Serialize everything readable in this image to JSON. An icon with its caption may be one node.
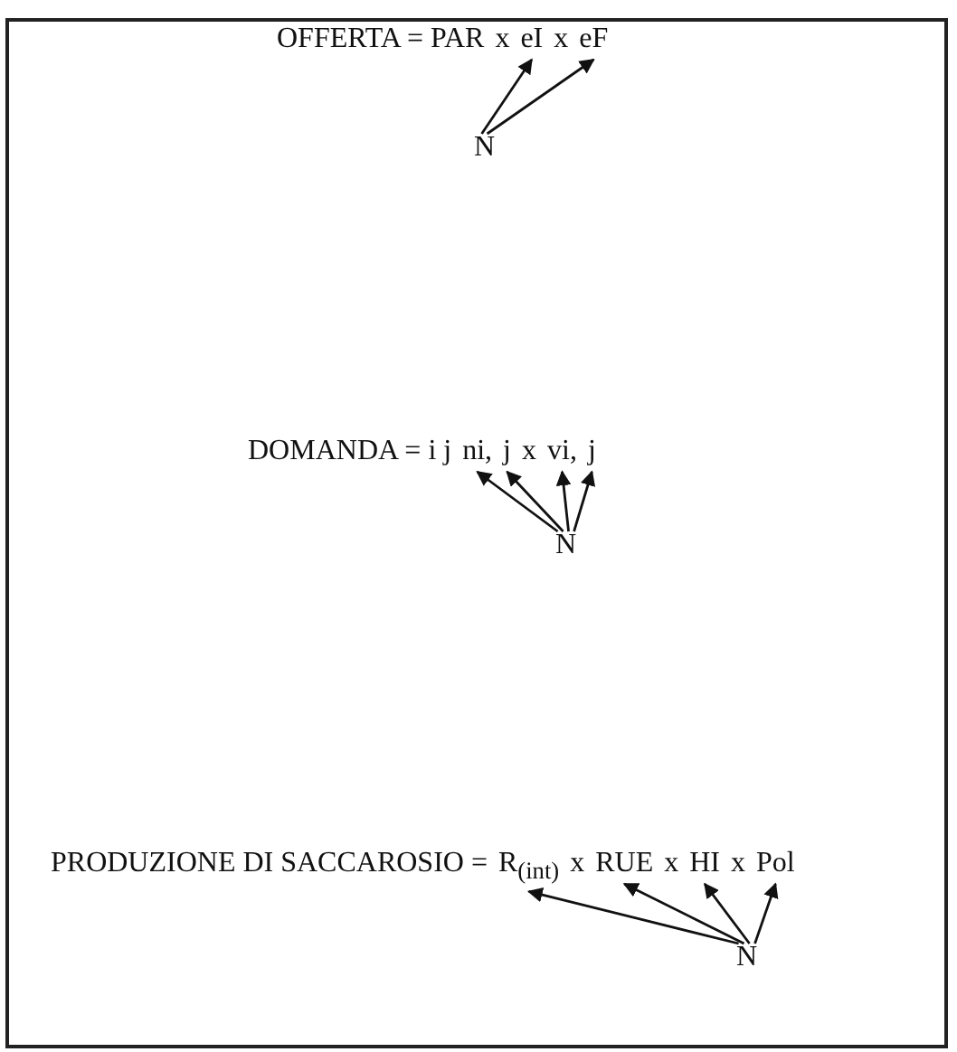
{
  "diagram": {
    "nodes": [
      {
        "text": [
          "eI"
        ]
      },
      {
        "text": [
          "eF"
        ]
      },
      {
        "text": [
          "N"
        ]
      },
      {
        "text": [
          "ni,"
        ]
      },
      {
        "text": [
          "j"
        ]
      },
      {
        "text": [
          "vi,"
        ]
      },
      {
        "text": [
          "j"
        ]
      },
      {
        "text": [
          "N"
        ]
      },
      {
        "text": [
          "R$_{(int)}$"
        ]
      },
      {
        "text": [
          "RUE"
        ]
      },
      {
        "text": [
          "HI"
        ]
      },
      {
        "text": [
          "Pol"
        ]
      },
      {
        "text": [
          "N"
        ]
      }
    ],
    "edges": [
      {
        "from": 2,
        "to": 0,
        "arrow": "to"
      },
      {
        "from": 2,
        "to": 1,
        "arrow": "to"
      },
      {
        "from": 7,
        "to": 3,
        "arrow": "to"
      },
      {
        "from": 7,
        "to": 4,
        "arrow": "to"
      },
      {
        "from": 7,
        "to": 5,
        "arrow": "to"
      },
      {
        "from": 7,
        "to": 6,
        "arrow": "to"
      },
      {
        "from": 12,
        "to": 8,
        "arrow": "to"
      },
      {
        "from": 12,
        "to": 9,
        "arrow": "to"
      },
      {
        "from": 12,
        "to": 10,
        "arrow": "to"
      },
      {
        "from": 12,
        "to": 11,
        "arrow": "to"
      }
    ],
    "labels": [
      "OFFERTA = PAR",
      "x",
      "x",
      "DOMANDA = i j",
      "x",
      "PRODUZIONE DI SACCAROSIO =",
      "x",
      "x",
      "x"
    ]
  }
}
